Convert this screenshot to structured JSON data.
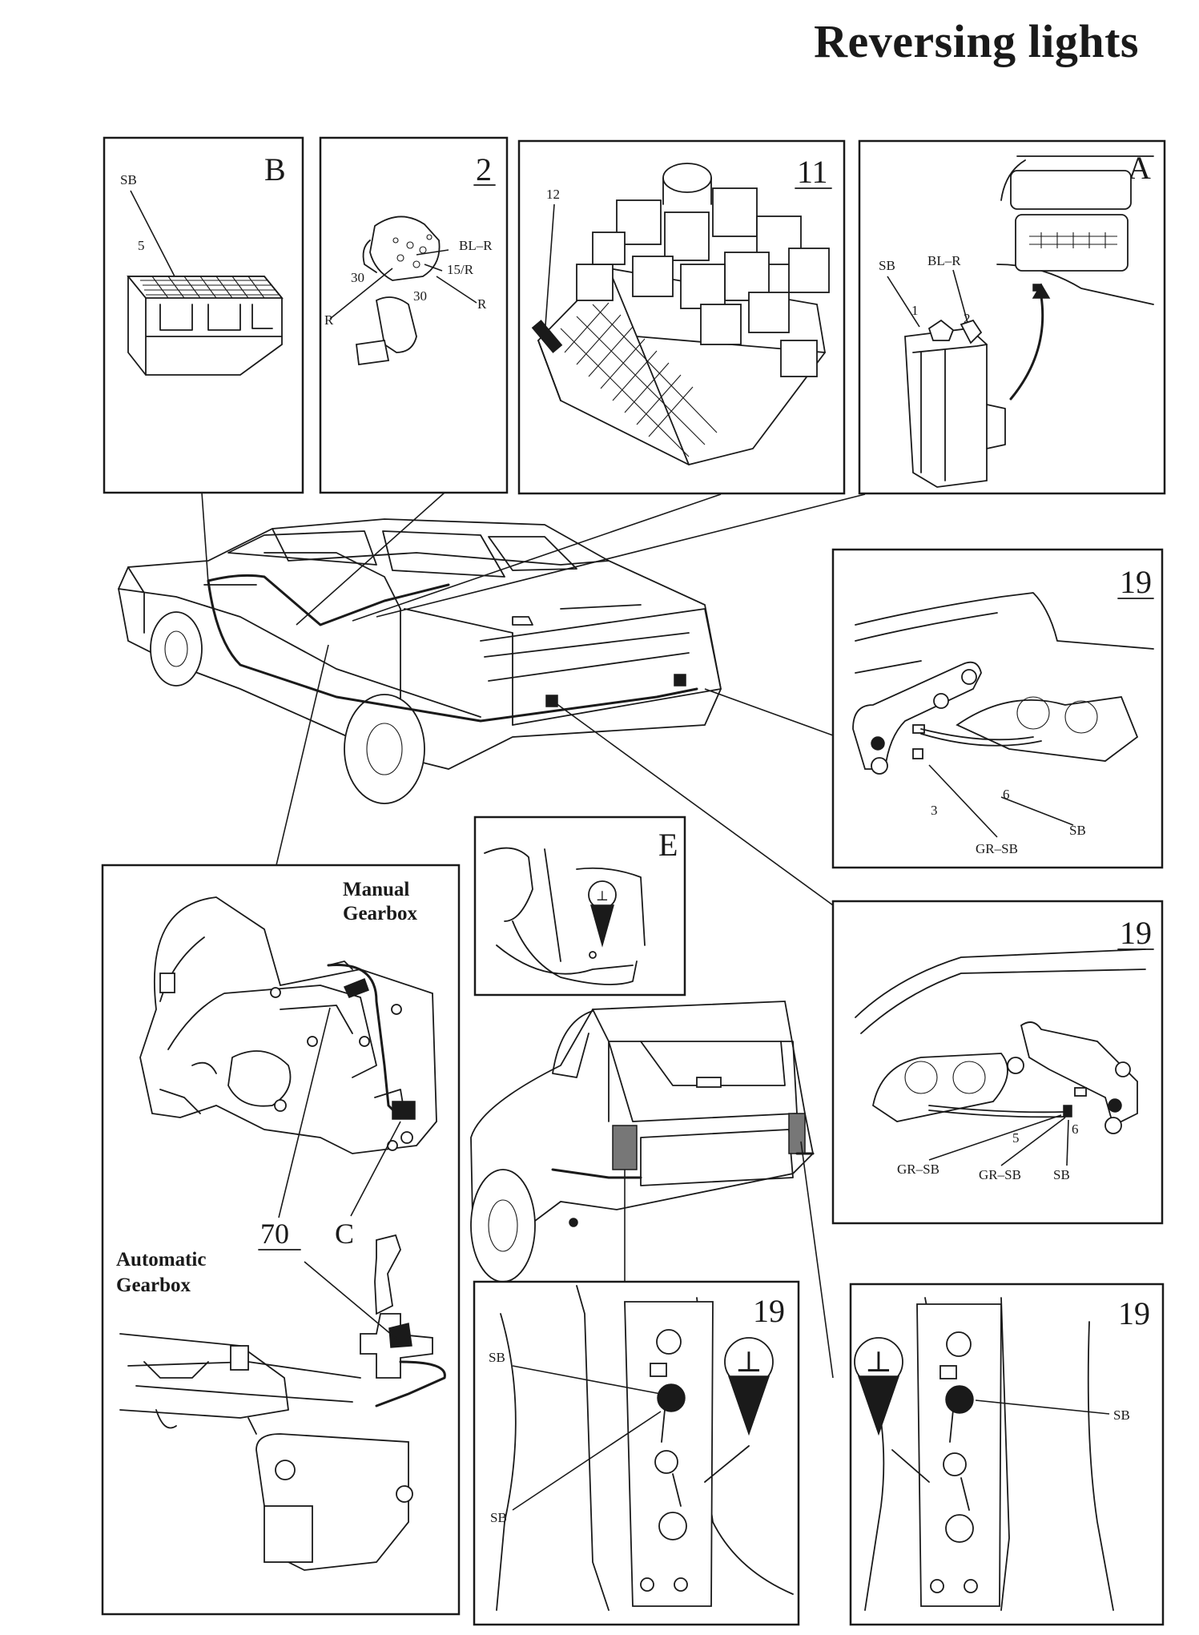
{
  "title": "Reversing lights",
  "panels": {
    "B": {
      "id": "B",
      "wire": "SB",
      "pin": "5"
    },
    "p2": {
      "id": "2",
      "labels": [
        "BL–R",
        "15/R",
        "30",
        "30",
        "R",
        "R"
      ]
    },
    "p11": {
      "id": "11",
      "pin": "12"
    },
    "A": {
      "id": "A",
      "wire1": "SB",
      "wire2": "BL–R",
      "pin1": "1",
      "pin2": "2"
    },
    "p19a": {
      "id": "19",
      "pin_a": "6",
      "pin_b": "3",
      "wire_a": "SB",
      "wire_b": "GR–SB"
    },
    "p19b": {
      "id": "19",
      "pin_a": "5",
      "pin_b": "6",
      "wire_a": "GR–SB",
      "wire_b": "GR–SB",
      "wire_c": "SB"
    },
    "E": {
      "id": "E",
      "ground_symbol": "⊥"
    },
    "gearbox": {
      "manual_line1": "Manual",
      "manual_line2": "Gearbox",
      "auto_line1": "Automatic",
      "auto_line2": "Gearbox",
      "ref_70": "70",
      "ref_C": "C"
    },
    "p19c": {
      "id": "19",
      "wire1": "SB",
      "wire2": "SB",
      "ground_symbol": "⊥"
    },
    "p19d": {
      "id": "19",
      "wire1": "SB",
      "ground_symbol": "⊥"
    }
  },
  "icons": [
    "ground-symbol-icon",
    "fuse-box-icon",
    "relay-block-icon",
    "switch-connector-icon",
    "bulb-holder-icon"
  ]
}
